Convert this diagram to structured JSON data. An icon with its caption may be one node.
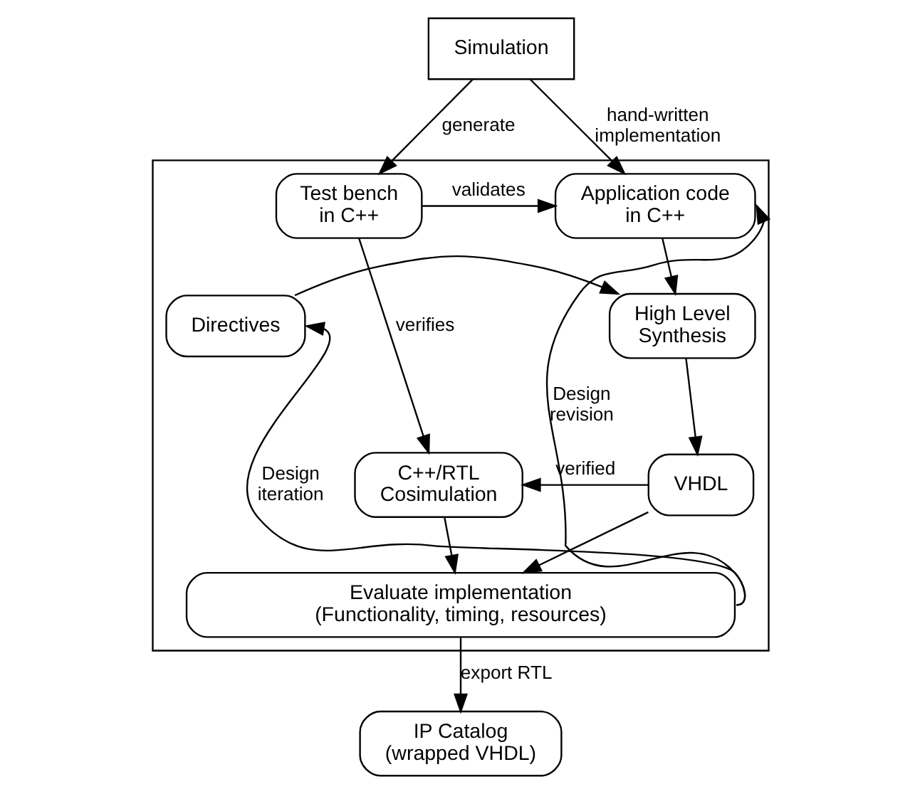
{
  "diagram": {
    "nodes": [
      {
        "text": [
          "Simulation"
        ]
      },
      {
        "text": [],
        "shape": "box"
      },
      {
        "text": [
          "Test bench in C++"
        ],
        "in": 1
      },
      {
        "text": [
          "Application code in C++"
        ],
        "in": 1
      },
      {
        "text": [
          "High Level Synthesis"
        ],
        "in": 1
      },
      {
        "text": [
          "Directives"
        ],
        "in": 1
      },
      {
        "text": [
          "C++/RTL Cosimulation"
        ],
        "in": 1
      },
      {
        "text": [
          "VHDL"
        ],
        "in": 1
      },
      {
        "text": [
          "Evaluate implementation (Functionality, timing, resources)"
        ],
        "in": 1
      },
      {
        "text": [
          "IP Catalog (wrapped VHDL)"
        ]
      }
    ],
    "edges": [
      {
        "from": 0,
        "to": 2,
        "arrow": "to",
        "label": "generate"
      },
      {
        "from": 0,
        "to": 3,
        "arrow": "to",
        "label": "hand-written implementation"
      },
      {
        "from": 2,
        "to": 3,
        "arrow": "to",
        "label": "validates"
      },
      {
        "from": 2,
        "to": 6,
        "arrow": "to",
        "label": "verifies"
      },
      {
        "from": 3,
        "to": 4,
        "arrow": "to"
      },
      {
        "from": 5,
        "to": 4,
        "arrow": "to"
      },
      {
        "from": 4,
        "to": 7,
        "arrow": "to"
      },
      {
        "from": 7,
        "to": 6,
        "arrow": "to",
        "label": "verified"
      },
      {
        "from": 6,
        "to": 8,
        "arrow": "to"
      },
      {
        "from": 7,
        "to": 8,
        "arrow": "to"
      },
      {
        "from": 8,
        "to": 5,
        "arrow": "to",
        "label": "Design iteration"
      },
      {
        "from": 8,
        "to": 3,
        "arrow": "to",
        "label": "Design revision"
      },
      {
        "from": 8,
        "to": 9,
        "arrow": "to",
        "label": "export RTL"
      }
    ]
  }
}
